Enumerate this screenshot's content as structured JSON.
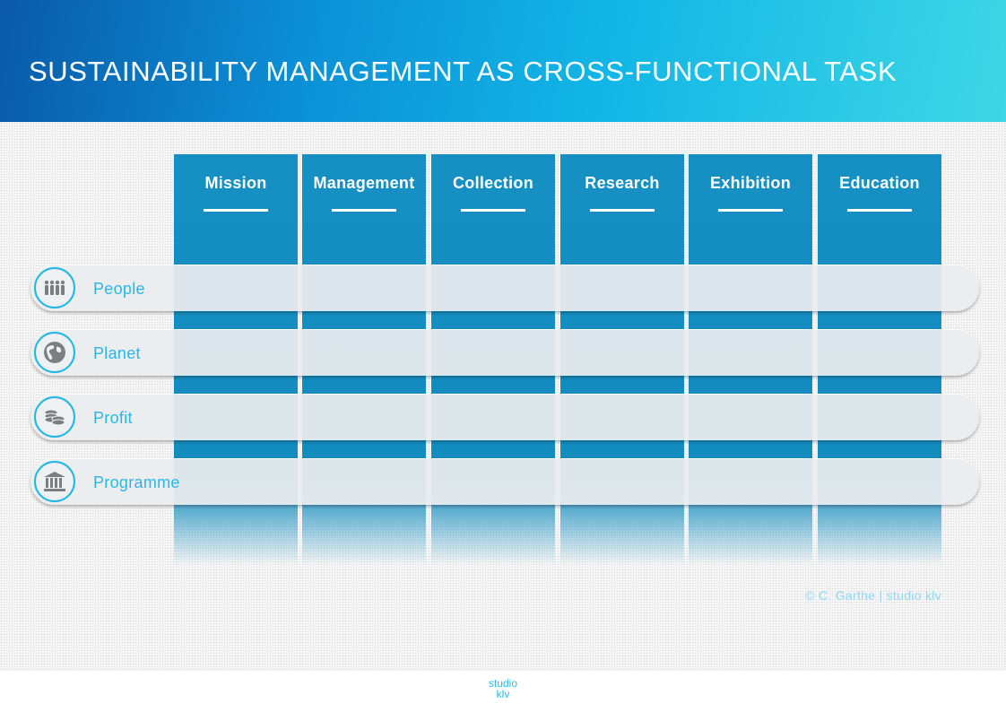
{
  "header": {
    "title": "SUSTAINABILITY MANAGEMENT AS CROSS-FUNCTIONAL TASK"
  },
  "columns": [
    {
      "label": "Mission"
    },
    {
      "label": "Management"
    },
    {
      "label": "Collection"
    },
    {
      "label": "Research"
    },
    {
      "label": "Exhibition"
    },
    {
      "label": "Education"
    }
  ],
  "rows": [
    {
      "label": "People",
      "icon": "people-icon"
    },
    {
      "label": "Planet",
      "icon": "globe-icon"
    },
    {
      "label": "Profit",
      "icon": "coins-icon"
    },
    {
      "label": "Programme",
      "icon": "museum-icon"
    }
  ],
  "copyright": "© C. Garthe | studio klv",
  "footer": {
    "logo_line1": "studio",
    "logo_line2": "klv"
  },
  "colors": {
    "header_start": "#0a5aa8",
    "header_end": "#3ed7e6",
    "column_blue": "#1690c3",
    "accent_cyan": "#2bb6e6",
    "row_band": "#eaecee"
  }
}
